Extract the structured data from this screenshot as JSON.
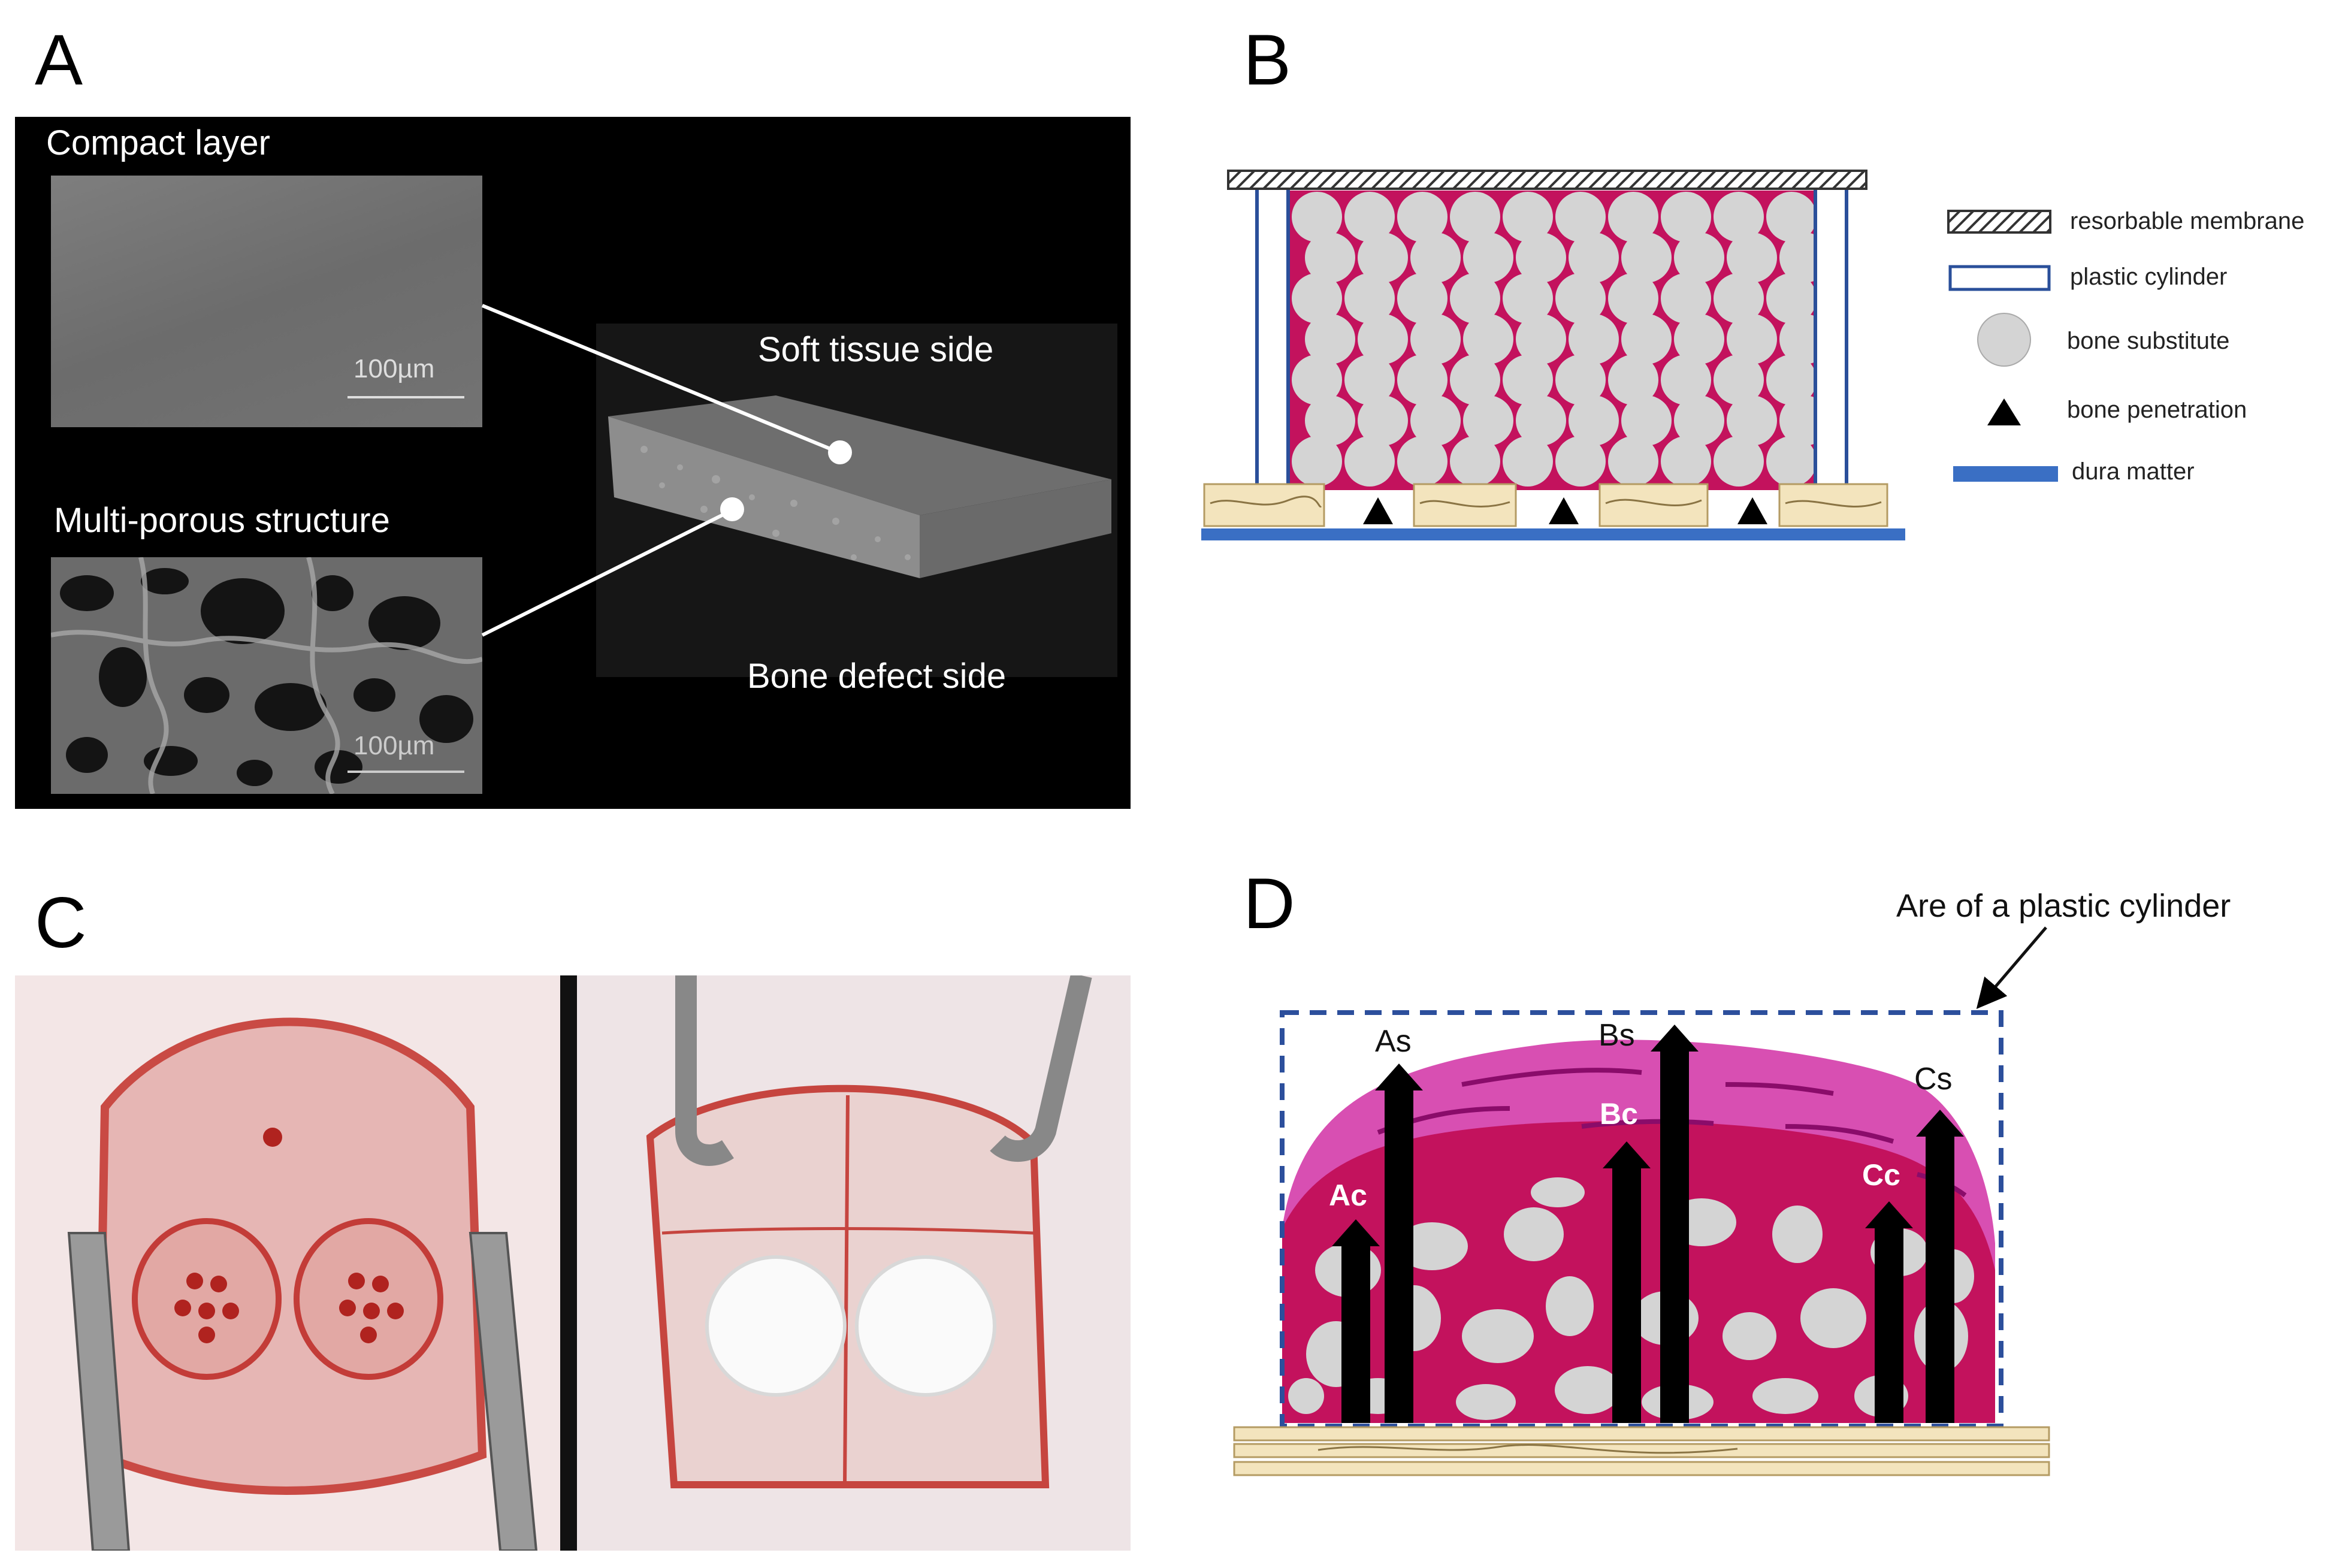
{
  "panels": {
    "a": {
      "letter": "A",
      "compact_layer": "Compact layer",
      "multi_porous": "Multi-porous structure",
      "scale_1": "100µm",
      "scale_2": "100µm",
      "soft_tissue_side": "Soft tissue side",
      "bone_defect_side": "Bone defect side"
    },
    "b": {
      "letter": "B",
      "legend": [
        {
          "label": "resorbable membrane",
          "icon": "hatched-bar-icon"
        },
        {
          "label": "plastic cylinder",
          "icon": "outline-rect-icon"
        },
        {
          "label": "bone substitute",
          "icon": "gray-circle-icon"
        },
        {
          "label": "bone penetration",
          "icon": "black-triangle-icon"
        },
        {
          "label": "dura matter",
          "icon": "blue-bar-icon"
        }
      ]
    },
    "c": {
      "letter": "C"
    },
    "d": {
      "letter": "D",
      "callout": "Are of a plastic cylinder",
      "arrows": [
        "As",
        "Bs",
        "Cs",
        "Ac",
        "Bc",
        "Cc"
      ]
    }
  },
  "colors": {
    "magenta": "#c3125d",
    "pink_layer": "#d84fb2",
    "substitute": "#d4d4d4",
    "dura": "#3a6fc4",
    "cylinder": "#2a4f9a",
    "bone": "#f3e4bd",
    "dashed": "#2c4f9c"
  }
}
